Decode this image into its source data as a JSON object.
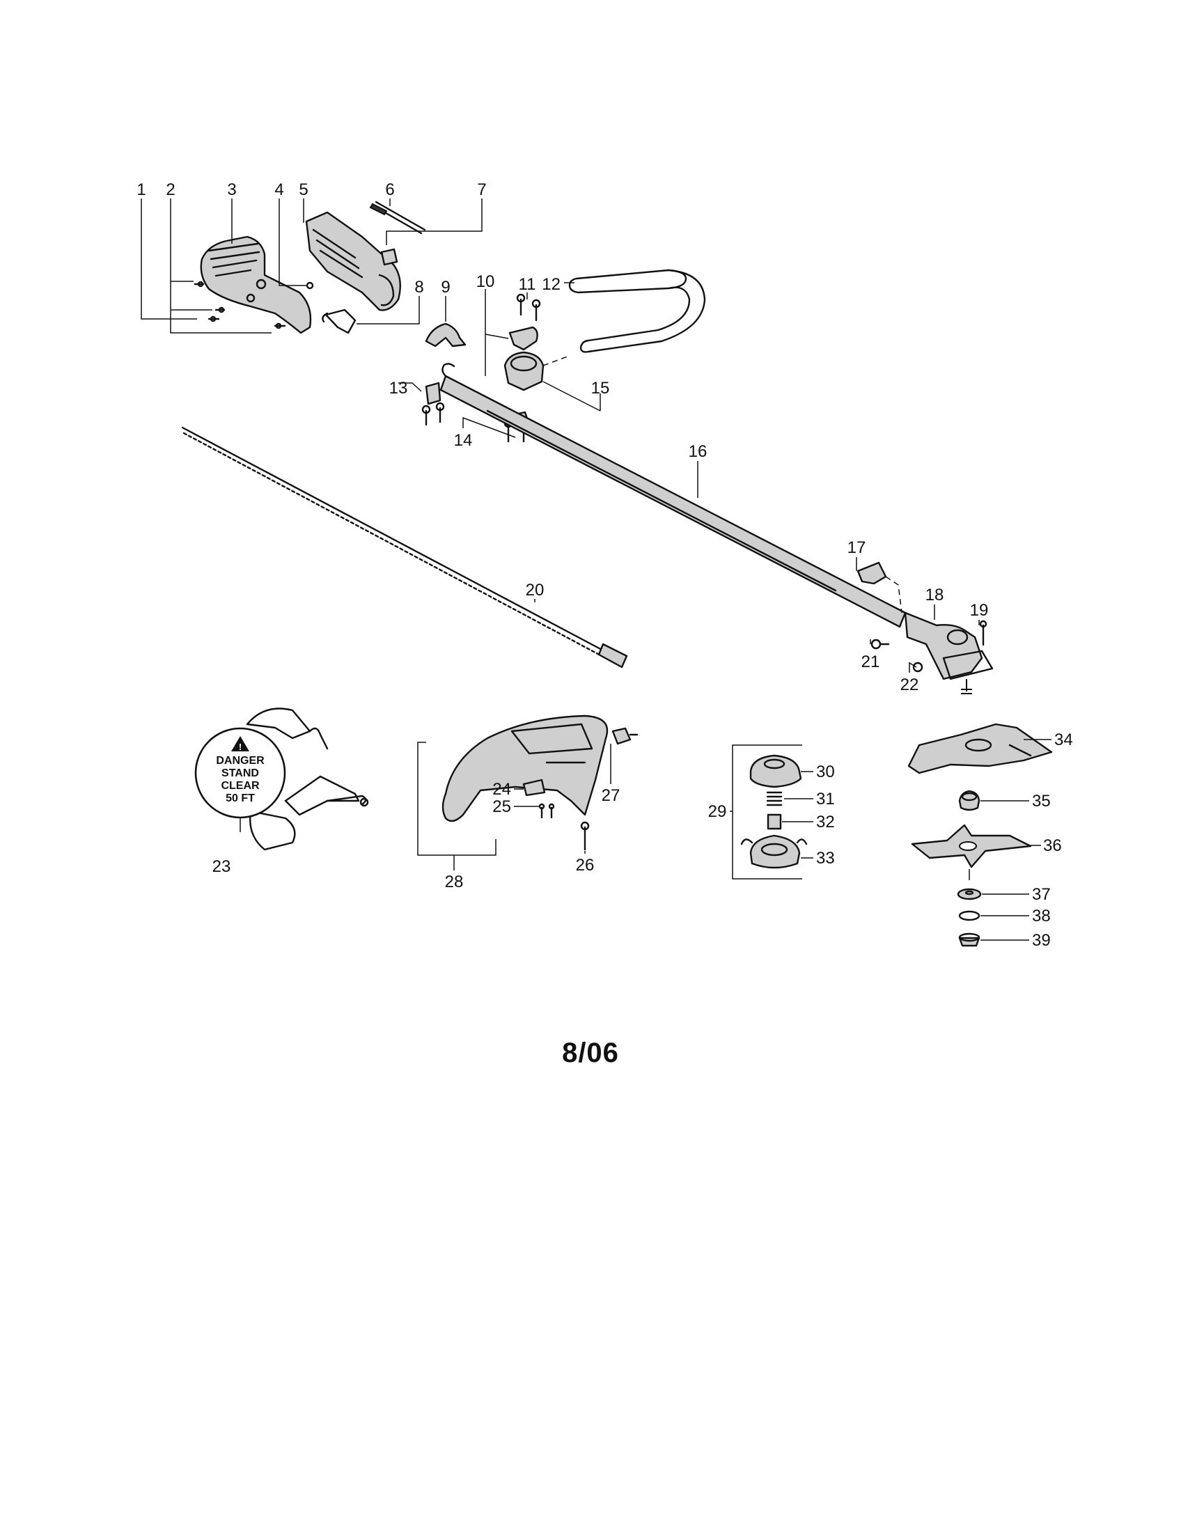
{
  "callouts": [
    "1",
    "2",
    "3",
    "4",
    "5",
    "6",
    "7",
    "8",
    "9",
    "10",
    "11",
    "12",
    "13",
    "14",
    "15",
    "16",
    "17",
    "18",
    "19",
    "20",
    "21",
    "22",
    "23",
    "24",
    "25",
    "26",
    "27",
    "28",
    "29",
    "30",
    "31",
    "32",
    "33",
    "34",
    "35",
    "36",
    "37",
    "38",
    "39"
  ],
  "harness_label": {
    "line1": "DANGER",
    "line2": "STAND",
    "line3": "CLEAR",
    "line4": "50 FT"
  },
  "revision": "8/06",
  "icons": [
    "warning-triangle-icon"
  ]
}
